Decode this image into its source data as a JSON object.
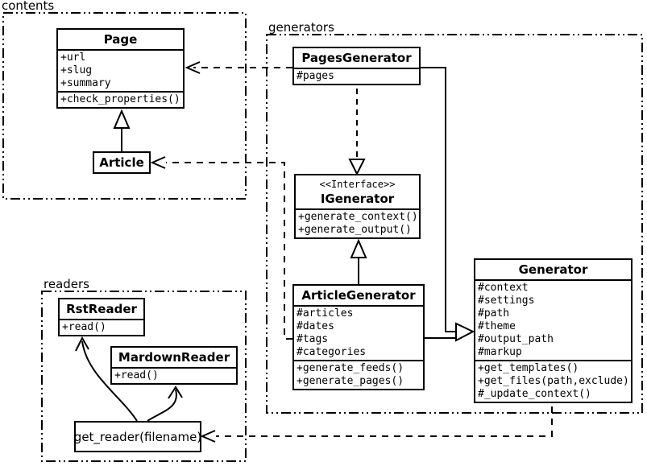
{
  "colors": {
    "background": "#ffffff",
    "line": "#000000"
  },
  "packages": {
    "contents": {
      "label": "contents"
    },
    "generators": {
      "label": "generators"
    },
    "readers": {
      "label": "readers"
    }
  },
  "classes": {
    "page": {
      "title": "Page",
      "attributes": [
        "+url",
        "+slug",
        "+summary"
      ],
      "methods": [
        "+check_properties()"
      ]
    },
    "article": {
      "title": "Article"
    },
    "pages_generator": {
      "title": "PagesGenerator",
      "attributes": [
        "#pages"
      ]
    },
    "igenerator": {
      "stereotype": "<<Interface>>",
      "title": "IGenerator",
      "methods": [
        "+generate_context()",
        "+generate_output()"
      ]
    },
    "article_generator": {
      "title": "ArticleGenerator",
      "attributes": [
        "#articles",
        "#dates",
        "#tags",
        "#categories"
      ],
      "methods": [
        "+generate_feeds()",
        "+generate_pages()"
      ]
    },
    "generator": {
      "title": "Generator",
      "attributes": [
        "#context",
        "#settings",
        "#path",
        "#theme",
        "#output_path",
        "#markup"
      ],
      "methods": [
        "+get_templates()",
        "+get_files(path,exclude)",
        "#_update_context()"
      ]
    },
    "rst_reader": {
      "title": "RstReader",
      "methods": [
        "+read()"
      ]
    },
    "mardown_reader": {
      "title": "MardownReader",
      "methods": [
        "+read()"
      ]
    },
    "get_reader": {
      "label": "get_reader(filename)"
    }
  }
}
